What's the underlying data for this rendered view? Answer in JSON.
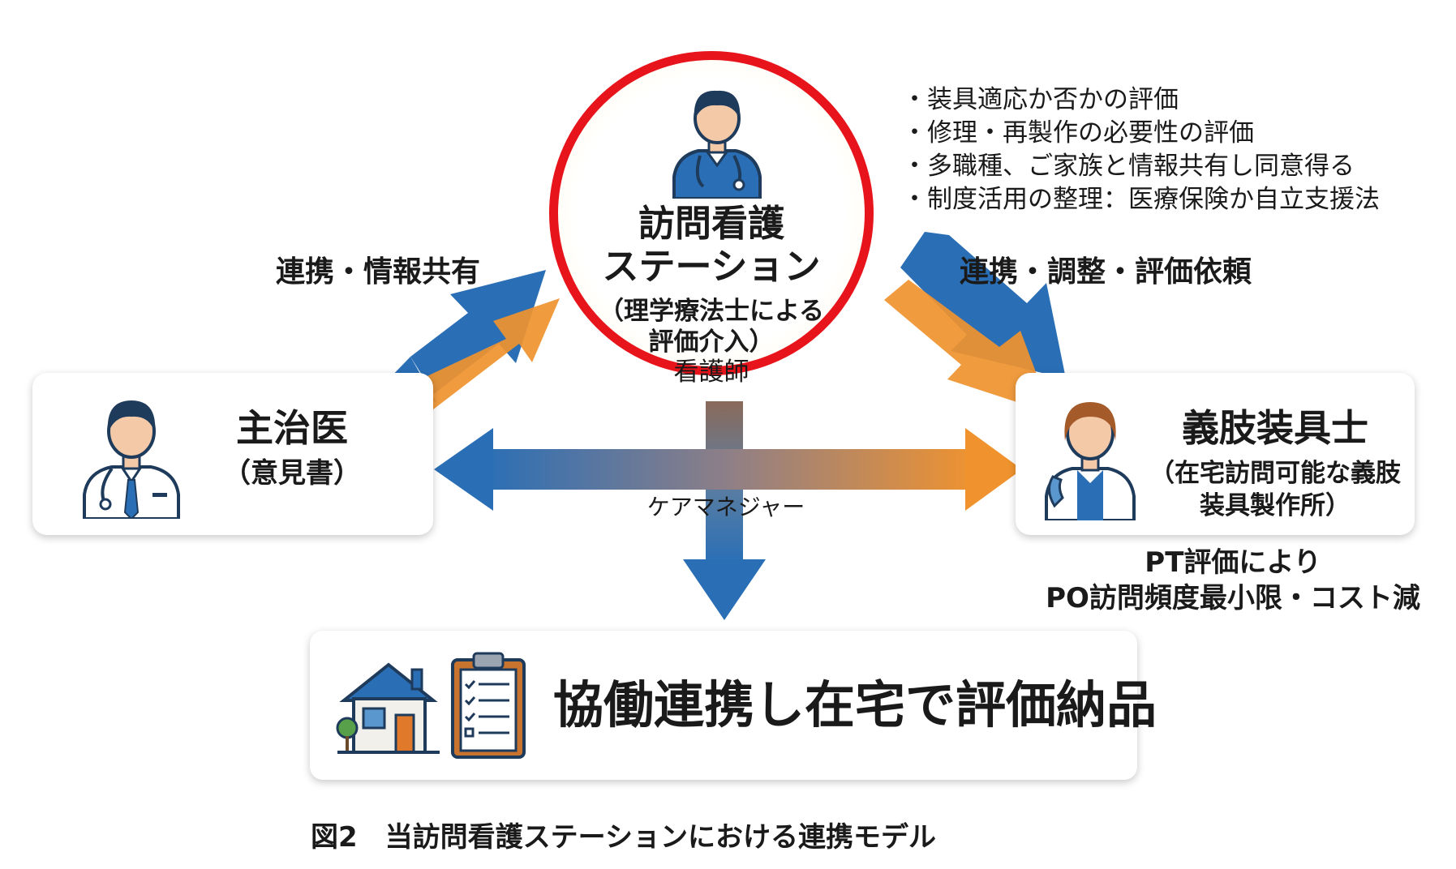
{
  "center": {
    "title_line1": "訪問看護",
    "title_line2": "ステーション",
    "sub_line1": "（理学療法士による",
    "sub_line2": "評価介入）",
    "nurse_label": "看護師"
  },
  "bullets": [
    "・装具適応か否かの評価",
    "・修理・再製作の必要性の評価",
    "・多職種、ご家族と情報共有し同意得る",
    "・制度活用の整理：医療保険か自立支援法"
  ],
  "left_arrow_label": "連携・情報共有",
  "right_arrow_label": "連携・調整・評価依頼",
  "doctor": {
    "title": "主治医",
    "sub": "（意見書）"
  },
  "prosthetist": {
    "title": "義肢装具士",
    "sub_line1": "（在宅訪問可能な義肢",
    "sub_line2": "装具製作所）"
  },
  "care_manager_label": "ケアマネジャー",
  "pt_note": {
    "line1": "PT評価により",
    "line2": "PO訪問頻度最小限・コスト減"
  },
  "outcome": "協働連携し在宅で評価納品",
  "caption": "図2　当訪問看護ステーションにおける連携モデル",
  "colors": {
    "blue": "#2a6fb6",
    "orange": "#f0932f",
    "red": "#e8141b",
    "navy": "#1f3b5c"
  }
}
